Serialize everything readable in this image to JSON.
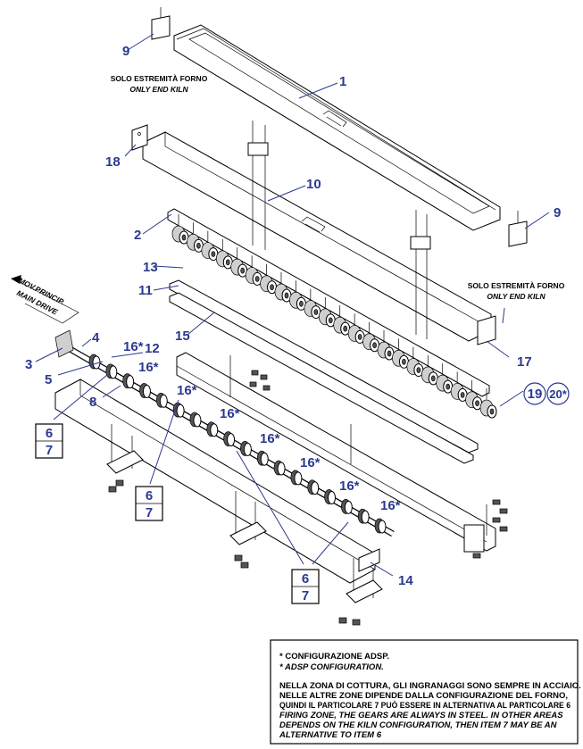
{
  "labels": {
    "p1": "1",
    "p2": "2",
    "p3": "3",
    "p4": "4",
    "p5": "5",
    "p8": "8",
    "p9a": "9",
    "p9b": "9",
    "p10": "10",
    "p11": "11",
    "p12": "12",
    "p13": "13",
    "p14": "14",
    "p15": "15",
    "p17": "17",
    "p18": "18",
    "p19": "19",
    "p20": "20*",
    "p16": [
      "16*",
      "16*",
      "16*",
      "16*",
      "16*",
      "16*",
      "16*",
      "16*"
    ],
    "box_a": [
      "6",
      "7"
    ],
    "box_b": [
      "6",
      "7"
    ],
    "box_c": [
      "6",
      "7"
    ]
  },
  "callouts": {
    "end_kiln_left_it": "SOLO ESTREMITÀ FORNO",
    "end_kiln_left_en": "ONLY END KILN",
    "end_kiln_right_it": "SOLO ESTREMITÀ FORNO",
    "end_kiln_right_en": "ONLY END KILN",
    "drive_it": "MOV.PRINCIP.",
    "drive_en": "MAIN DRIVE"
  },
  "notes": {
    "line1": "* CONFIGURAZIONE ADSP.",
    "line2": "* ADSP CONFIGURATION.",
    "it_1": "NELLA ZONA DI COTTURA, GLI INGRANAGGI SONO SEMPRE IN ACCIAIO.",
    "it_2": "NELLE ALTRE ZONE DIPENDE DALLA CONFIGURAZIONE DEL FORNO,",
    "it_3": "QUINDI IL PARTICOLARE 7 PUÒ ESSERE IN ALTERNATIVA AL PARTICOLARE 6",
    "en_1": "FIRING ZONE, THE GEARS ARE ALWAYS IN STEEL. IN OTHER AREAS",
    "en_2": "DEPENDS ON THE KILN CONFIGURATION, THEN ITEM 7 MAY BE AN",
    "en_3": "ALTERNATIVE TO ITEM 6"
  },
  "colors": {
    "label": "#2b3990",
    "line": "#000000"
  }
}
